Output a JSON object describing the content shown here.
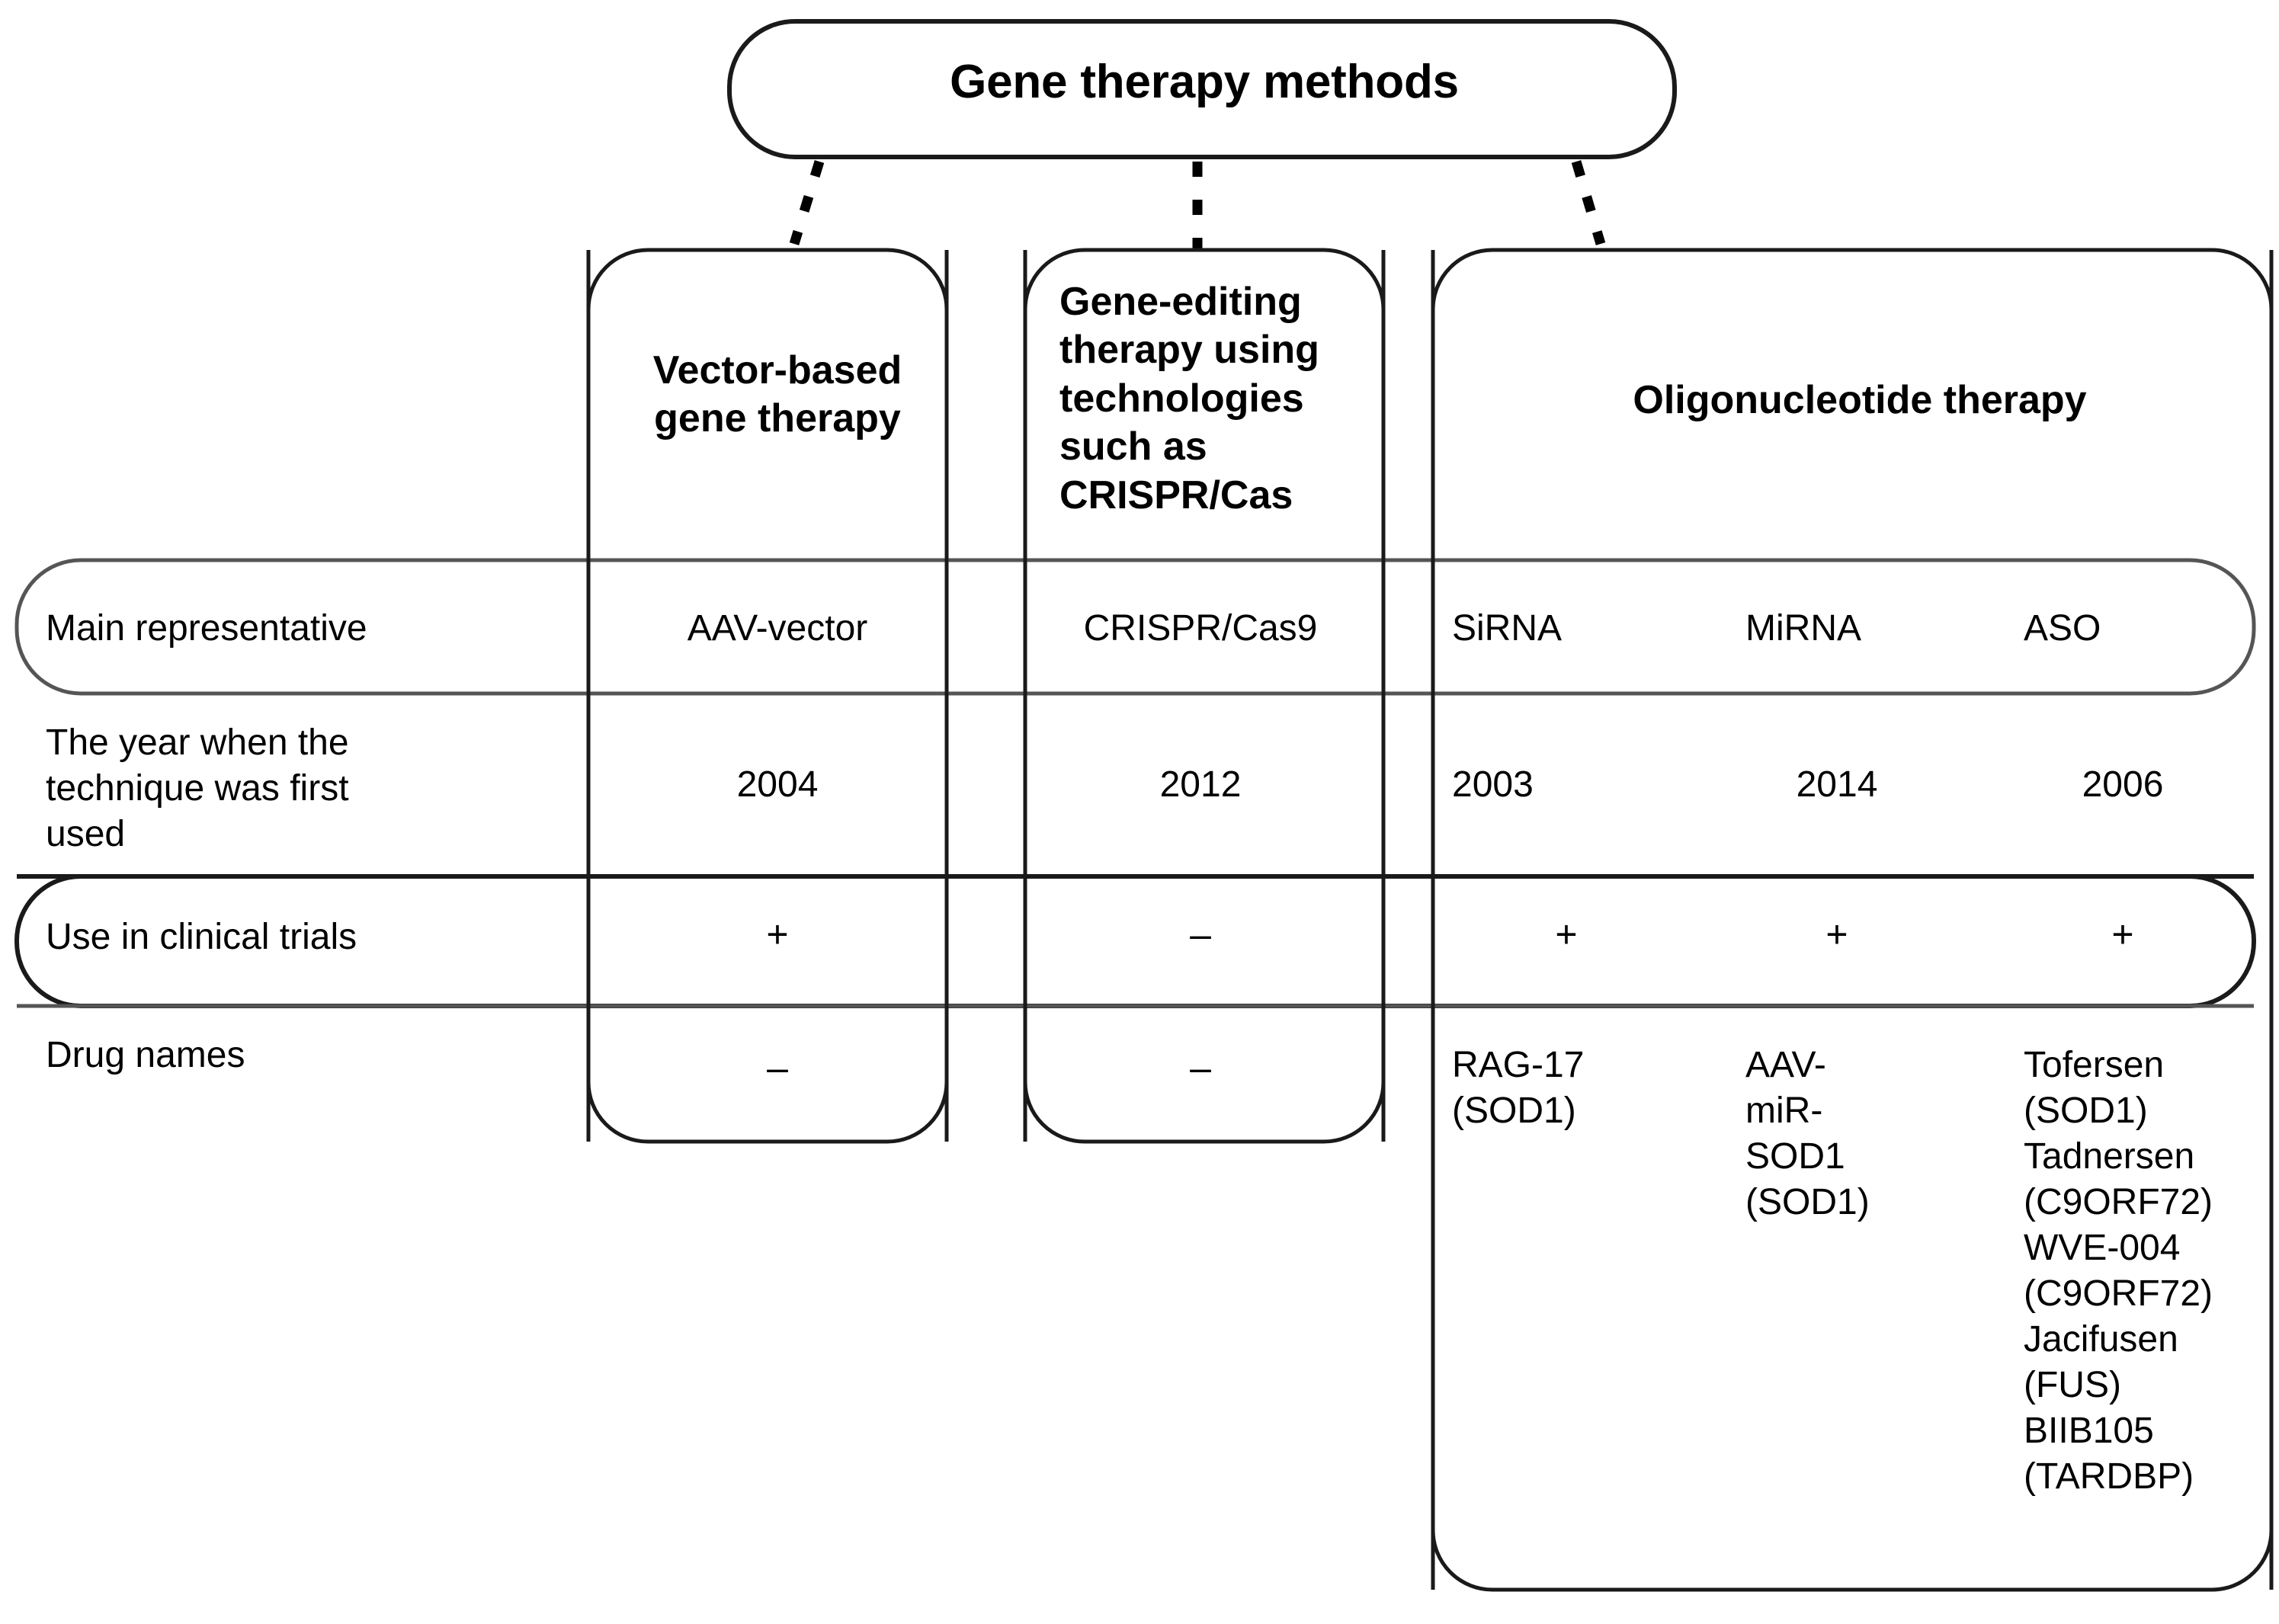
{
  "title": "Gene therapy methods",
  "categories": [
    {
      "id": "vector",
      "label": "Vector-based\ngene therapy"
    },
    {
      "id": "crispr",
      "label": "Gene-editing\ntherapy using\ntechnologies\nsuch as\nCRISPR/Cas"
    },
    {
      "id": "oligo",
      "label": "Oligonucleotide therapy"
    }
  ],
  "row_labels": [
    "Main representative",
    "The year when the\ntechnique was first\nused",
    "Use in clinical trials",
    "Drug names"
  ],
  "columns": [
    {
      "id": "aav",
      "group": "vector"
    },
    {
      "id": "cas9",
      "group": "crispr"
    },
    {
      "id": "sirna",
      "group": "oligo"
    },
    {
      "id": "mirna",
      "group": "oligo"
    },
    {
      "id": "aso",
      "group": "oligo"
    }
  ],
  "rows": {
    "main_representative": {
      "aav": "AAV-vector",
      "cas9": "CRISPR/Cas9",
      "sirna": "SiRNA",
      "mirna": "MiRNA",
      "aso": "ASO"
    },
    "first_used_year": {
      "aav": "2004",
      "cas9": "2012",
      "sirna": "2003",
      "mirna": "2014",
      "aso": "2006"
    },
    "use_in_clinical_trials": {
      "aav": "+",
      "cas9": "–",
      "sirna": "+",
      "mirna": "+",
      "aso": "+"
    },
    "drug_names": {
      "aav": "–",
      "cas9": "–",
      "sirna": "RAG-17\n(SOD1)",
      "mirna": "AAV-\nmiR-\nSOD1\n(SOD1)",
      "aso": "Tofersen\n(SOD1)\nTadnersen\n(C9ORF72)\nWVE-004\n(C9ORF72)\nJacifusen\n(FUS)\nBIIB105\n(TARDBP)"
    }
  },
  "colors": {
    "stroke": "#1a1a1a",
    "background": "#ffffff",
    "text": "#000000"
  },
  "chart_data": {
    "type": "table",
    "title": "Gene therapy methods",
    "columns": [
      "AAV-vector",
      "CRISPR/Cas9",
      "SiRNA",
      "MiRNA",
      "ASO"
    ],
    "column_groups": [
      "Vector-based gene therapy",
      "Gene-editing therapy using technologies such as CRISPR/Cas",
      "Oligonucleotide therapy",
      "Oligonucleotide therapy",
      "Oligonucleotide therapy"
    ],
    "row_headers": [
      "Main representative",
      "The year when the technique was first used",
      "Use in clinical trials",
      "Drug names"
    ],
    "cells": [
      [
        "AAV-vector",
        "CRISPR/Cas9",
        "SiRNA",
        "MiRNA",
        "ASO"
      ],
      [
        "2004",
        "2012",
        "2003",
        "2014",
        "2006"
      ],
      [
        "+",
        "–",
        "+",
        "+",
        "+"
      ],
      [
        "–",
        "–",
        "RAG-17 (SOD1)",
        "AAV-miR-SOD1 (SOD1)",
        "Tofersen (SOD1) Tadnersen (C9ORF72) WVE-004 (C9ORF72) Jacifusen (FUS) BIIB105 (TARDBP)"
      ]
    ]
  }
}
